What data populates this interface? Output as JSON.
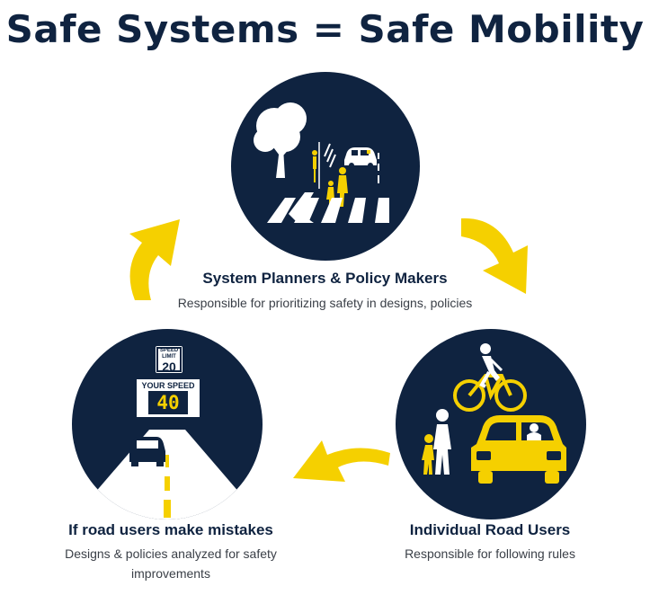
{
  "title": "Safe Systems = Safe Mobility",
  "nodes": {
    "planners": {
      "title": "System Planners & Policy Makers",
      "description": "Responsible for prioritizing safety in designs, policies"
    },
    "users": {
      "title": "Individual Road Users",
      "description": "Responsible for following rules"
    },
    "mistakes": {
      "title": "If road users make mistakes",
      "description": "Designs & policies analyzed for safety improvements"
    }
  },
  "speed_sign": {
    "limit_top": "SPEED",
    "limit_bottom": "LIMIT",
    "limit_value": "20",
    "your_speed_label": "YOUR SPEED",
    "your_speed_value": "40"
  },
  "colors": {
    "navy": "#0f2340",
    "yellow": "#f5d000",
    "white": "#ffffff"
  }
}
